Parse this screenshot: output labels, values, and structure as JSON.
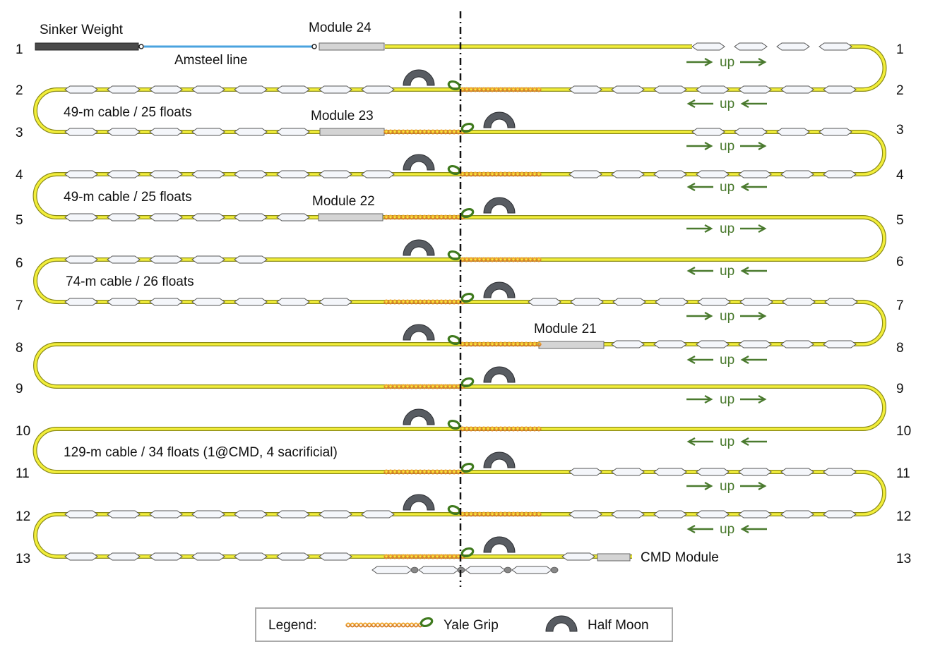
{
  "rows": [
    "1",
    "2",
    "3",
    "4",
    "5",
    "6",
    "7",
    "8",
    "9",
    "10",
    "11",
    "12",
    "13"
  ],
  "labels": {
    "sinker": "Sinker Weight",
    "amsteel": "Amsteel line",
    "module24": "Module 24",
    "module23": "Module 23",
    "module22": "Module 22",
    "module21": "Module 21",
    "cmd": "CMD Module",
    "cable_a": "49-m cable / 25 floats",
    "cable_b": "49-m cable / 25 floats",
    "cable_c": "74-m cable / 26 floats",
    "cable_d": "129-m cable / 34 floats (1@CMD, 4 sacrificial)"
  },
  "direction_label": "up",
  "legend": {
    "title": "Legend:",
    "yale_grip": "Yale Grip",
    "half_moon": "Half Moon"
  },
  "colors": {
    "cable": "#f2ee3a",
    "cable_edge": "#8a8a18",
    "amsteel": "#4aa3df",
    "float_fill": "#f4f6fa",
    "float_edge": "#555555",
    "module_fill": "#d4d4d4",
    "sinker": "#4a4a4a",
    "grip_braid": "#f0a830",
    "grip_eye": "#3f7a1e",
    "half_moon": "#585c62",
    "arrow_green": "#4a7a2e"
  },
  "icons": [
    "float-icon",
    "yale-grip-icon",
    "half-moon-icon",
    "up-arrow-icon"
  ]
}
